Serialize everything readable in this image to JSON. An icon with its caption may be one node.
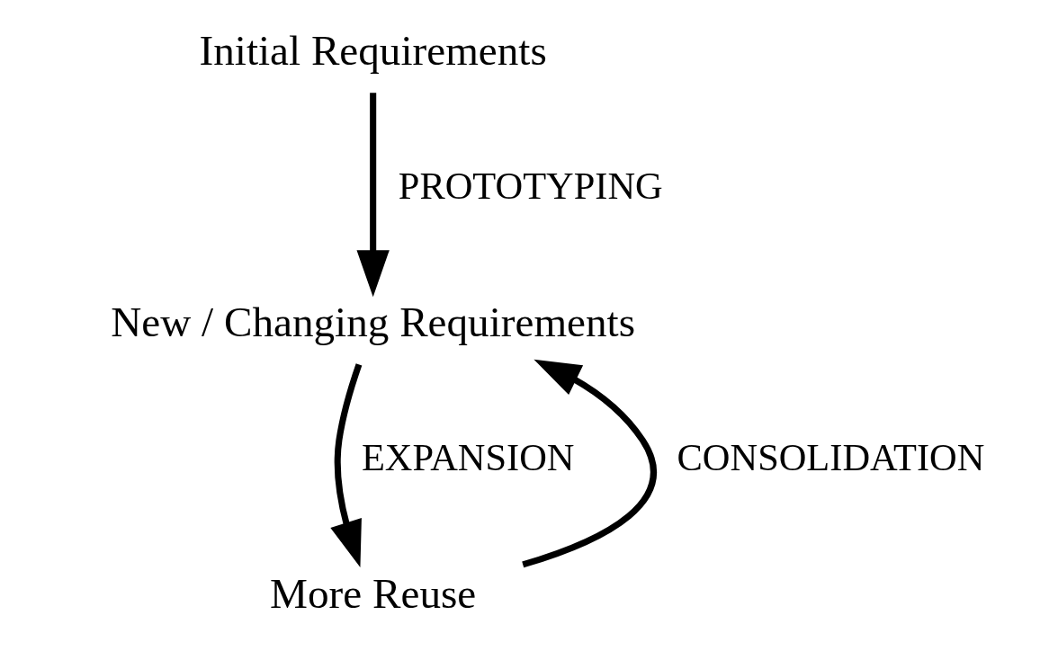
{
  "diagram": {
    "nodes": [
      {
        "text": [
          "Initial Requirements"
        ]
      },
      {
        "text": [
          "New / Changing Requirements"
        ]
      },
      {
        "text": [
          "More Reuse"
        ]
      }
    ],
    "edges": [
      {
        "from": 0,
        "to": 1,
        "arrow": "to",
        "label": "PROTOTYPING"
      },
      {
        "from": 1,
        "to": 2,
        "arrow": "to",
        "label": "EXPANSION"
      },
      {
        "from": 2,
        "to": 1,
        "arrow": "to",
        "label": "CONSOLIDATION"
      }
    ]
  }
}
